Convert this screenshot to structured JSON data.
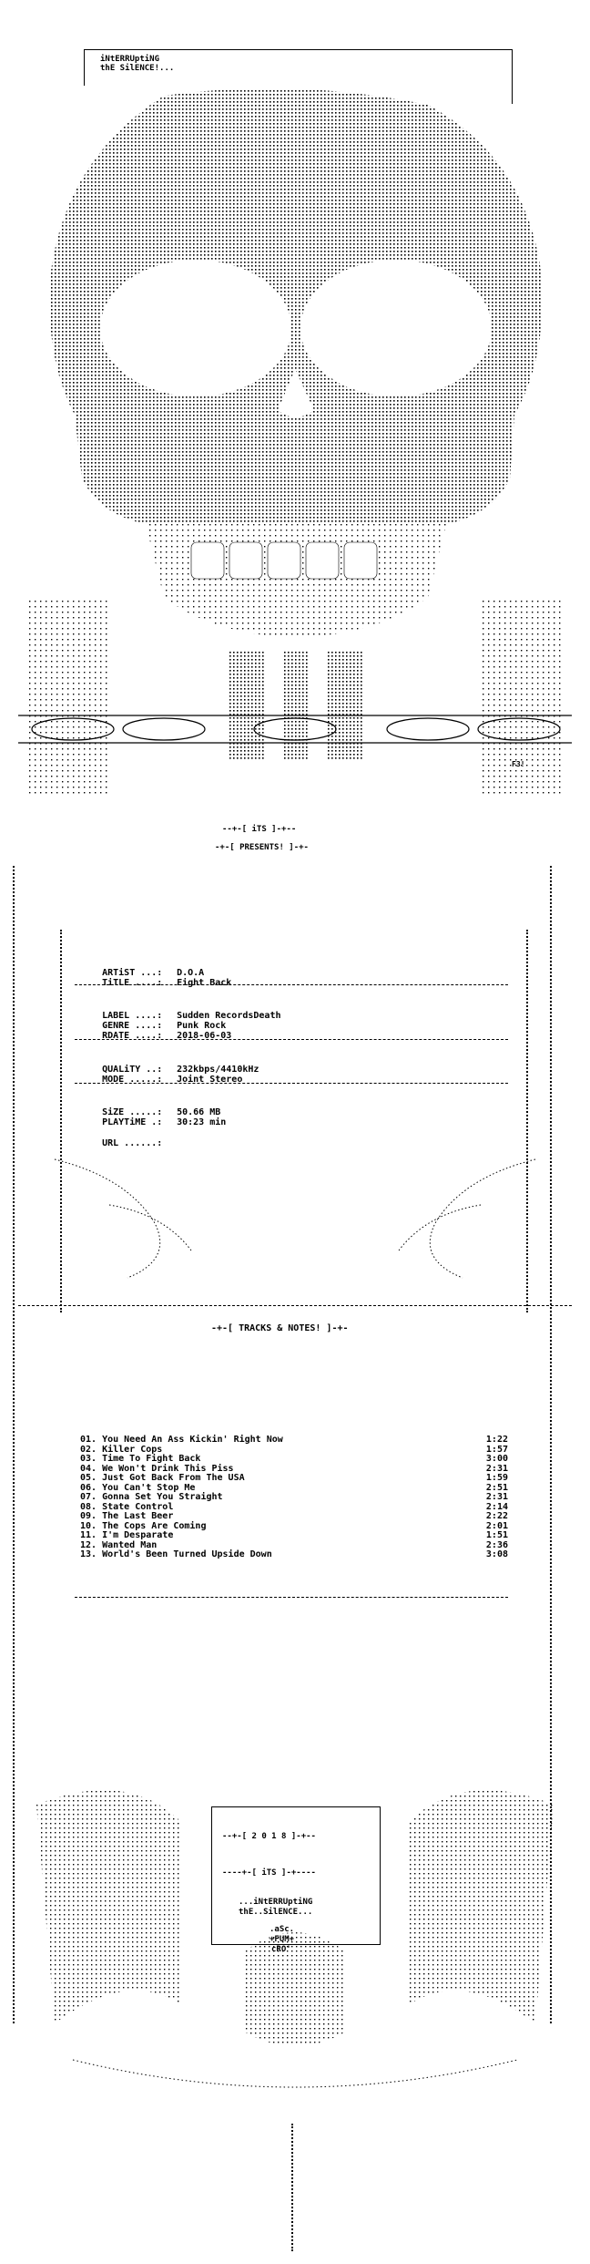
{
  "header": {
    "group_line1": "iNtERRUptiNG",
    "group_line2": "thE SilENCE!..."
  },
  "banner": {
    "its": "--+-[ iTS ]-+--",
    "presents": "-+-[ PRESENTS! ]-+-"
  },
  "info": {
    "artist_label": "ARTiST ...:",
    "artist": "D.O.A",
    "title_label": "TiTLE ....:",
    "title": "Fight Back",
    "label_label": "LABEL ....:",
    "label": "Sudden RecordsDeath",
    "genre_label": "GENRE ....:",
    "genre": "Punk Rock",
    "rdate_label": "RDATE ....:",
    "rdate": "2018-06-03",
    "quality_label": "QUALiTY ..:",
    "quality": "232kbps/4410kHz",
    "mode_label": "MODE .....:",
    "mode": "Joint Stereo",
    "size_label": "SiZE .....:",
    "size": "50.66 MB",
    "playtime_label": "PLAYTiME .:",
    "playtime": "30:23 min",
    "url_label": "URL ......:",
    "url": ""
  },
  "tracks_section": {
    "title": "-+-[ TRACKS & NOTES! ]-+-"
  },
  "tracks": [
    {
      "title": "01. You Need An Ass Kickin' Right Now",
      "time": "1:22"
    },
    {
      "title": "02. Killer Cops",
      "time": "1:57"
    },
    {
      "title": "03. Time To Fight Back",
      "time": "3:00"
    },
    {
      "title": "04. We Won't Drink This Piss",
      "time": "2:31"
    },
    {
      "title": "05. Just Got Back From The USA",
      "time": "1:59"
    },
    {
      "title": "06. You Can't Stop Me",
      "time": "2:51"
    },
    {
      "title": "07. Gonna Set You Straight",
      "time": "2:31"
    },
    {
      "title": "08. State Control",
      "time": "2:14"
    },
    {
      "title": "09. The Last Beer",
      "time": "2:22"
    },
    {
      "title": "10. The Cops Are Coming",
      "time": "2:01"
    },
    {
      "title": "11. I'm Desparate",
      "time": "1:51"
    },
    {
      "title": "12. Wanted Man",
      "time": "2:36"
    },
    {
      "title": "13. World's Been Turned Upside Down",
      "time": "3:08"
    }
  ],
  "footer": {
    "year": "--+-[ 2 0 1 8 ]-+--",
    "its": "----+-[ iTS ]-+----",
    "group_line1": "...iNtERRUptiNG",
    "group_line2": "thE..SilENCE...",
    "credit1": ".aSc.",
    "credit2": "+FUM+",
    "credit3": "cRO'"
  },
  "chain_tag": "F3!"
}
